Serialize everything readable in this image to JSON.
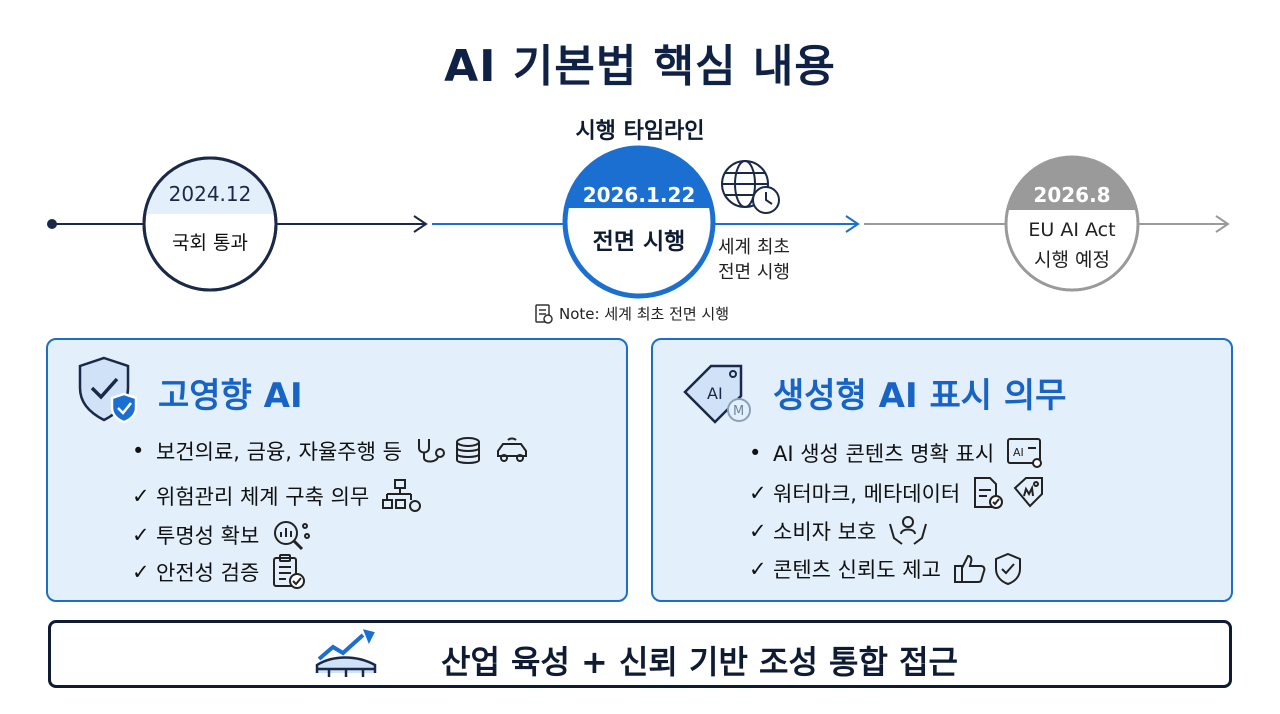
{
  "title": "AI 기본법 핵심 내용",
  "timeline": {
    "heading": "시행 타임라인",
    "milestones": [
      {
        "date": "2024.12",
        "label": "국회 통과"
      },
      {
        "date": "2026.1.22",
        "label": "전면 시행",
        "side_label_line1": "세계 최초",
        "side_label_line2": "전면 시행",
        "icon": "globe-clock-icon"
      },
      {
        "date": "2026.8",
        "label_line1": "EU AI Act",
        "label_line2": "시행 예정"
      }
    ],
    "note": "Note: 세계 최초 전면 시행",
    "colors": {
      "past": "#1a2947",
      "current": "#1a6fd0",
      "future": "#9a9a9a"
    }
  },
  "panels": {
    "left": {
      "title": "고영향 AI",
      "icon": "shield-check-icon",
      "items": [
        {
          "marker": "•",
          "text": "보건의료, 금융, 자율주행 등",
          "icons": [
            "stethoscope-icon",
            "coins-icon",
            "car-icon"
          ]
        },
        {
          "marker": "✓",
          "text": "위험관리 체계 구축 의무",
          "icons": [
            "flowchart-gear-icon"
          ]
        },
        {
          "marker": "✓",
          "text": "투명성 확보",
          "icons": [
            "magnifier-chart-icon"
          ]
        },
        {
          "marker": "✓",
          "text": "안전성 검증",
          "icons": [
            "clipboard-check-icon"
          ]
        }
      ]
    },
    "right": {
      "title": "생성형 AI 표시 의무",
      "icon": "ai-tag-icon",
      "tag_text": "AI",
      "badge_text": "M",
      "items": [
        {
          "marker": "•",
          "text": "AI 생성 콘텐츠 명확 표시",
          "icons": [
            "ai-certificate-icon"
          ],
          "icon_text": "AI"
        },
        {
          "marker": "✓",
          "text": "워터마크, 메타데이터",
          "icons": [
            "document-check-icon",
            "tag-m-icon"
          ]
        },
        {
          "marker": "✓",
          "text": "소비자 보호",
          "icons": [
            "hands-person-icon"
          ]
        },
        {
          "marker": "✓",
          "text": "콘텐츠 신뢰도 제고",
          "icons": [
            "thumbs-up-icon",
            "shield-check-small-icon"
          ]
        }
      ]
    }
  },
  "footer": {
    "text": "산업 육성 + 신뢰 기반 조성 통합 접근",
    "icon": "growth-bridge-icon"
  },
  "colors": {
    "accent": "#1864c4",
    "panel_bg": "#e3effb",
    "navy": "#0f1b33"
  }
}
